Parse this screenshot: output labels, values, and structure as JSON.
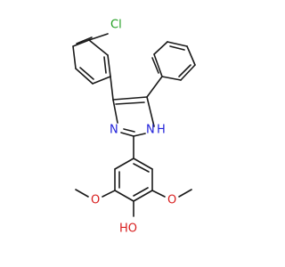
{
  "atom_labels": {
    "cl": "Cl",
    "n3": "N",
    "nh": "H",
    "nh_n": "N",
    "ho": "HO",
    "o_left": "O",
    "o_right": "O"
  },
  "colors": {
    "bond": "#1a1a1a",
    "chlorine": "#1f9e1f",
    "nitrogen": "#2323d9",
    "oxygen": "#d81e1e"
  }
}
